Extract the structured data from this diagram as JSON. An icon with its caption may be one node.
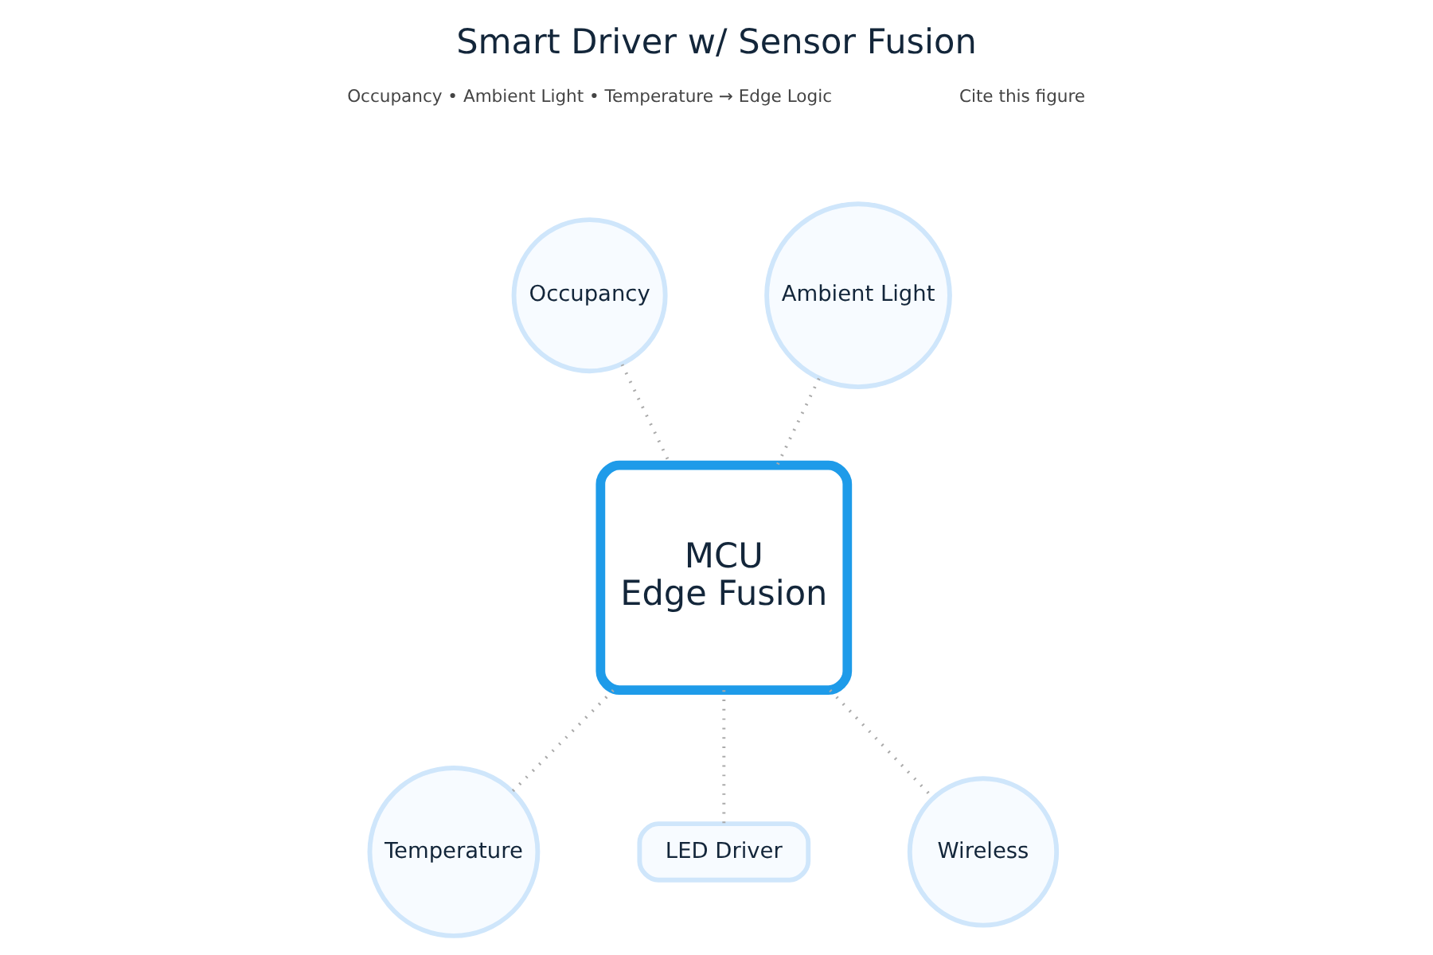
{
  "diagram": {
    "title": "Smart Driver w/ Sensor Fusion",
    "nodes": [
      {
        "text": [
          "Occupancy"
        ]
      },
      {
        "text": [
          "Ambient Light"
        ]
      },
      {
        "text": [
          "MCU",
          "Edge Fusion"
        ]
      },
      {
        "text": [
          "Temperature"
        ]
      },
      {
        "text": [
          "LED Driver"
        ]
      },
      {
        "text": [
          "Wireless"
        ]
      }
    ],
    "edges": [
      {
        "from": 0,
        "to": 2,
        "arrow": "none",
        "style": "dashed"
      },
      {
        "from": 1,
        "to": 2,
        "arrow": "none",
        "style": "dashed"
      },
      {
        "from": 2,
        "to": 3,
        "arrow": "none",
        "style": "dashed"
      },
      {
        "from": 2,
        "to": 4,
        "arrow": "none",
        "style": "dashed"
      },
      {
        "from": 2,
        "to": 5,
        "arrow": "none",
        "style": "dashed"
      }
    ],
    "labels": [
      "Occupancy • Ambient Light • Temperature → Edge Logic",
      "Cite this figure"
    ]
  }
}
